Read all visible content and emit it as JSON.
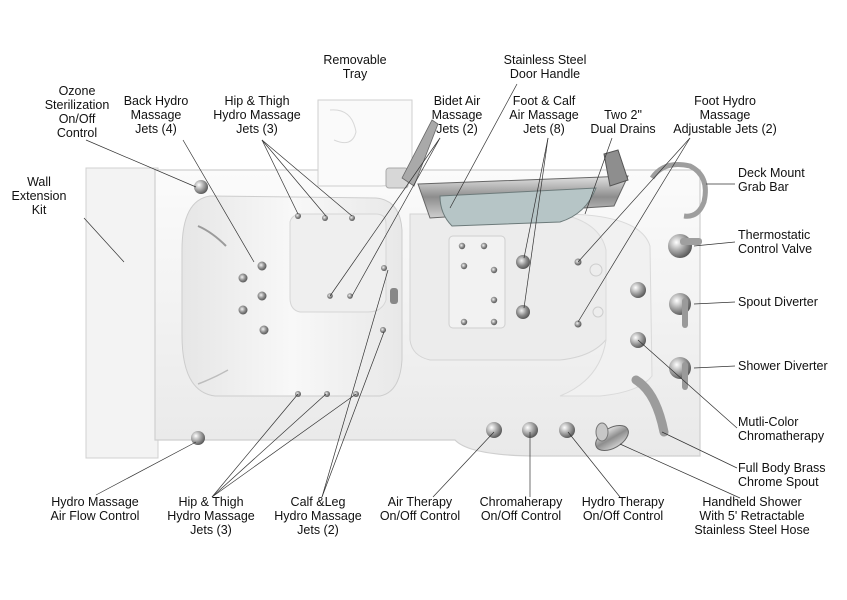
{
  "labels": {
    "wall_extension_kit": "Wall\nExtension\nKit",
    "ozone_sterilization": "Ozone\nSterilization\nOn/Off\nControl",
    "back_hydro_massage": "Back Hydro\nMassage\nJets (4)",
    "hip_thigh_top": "Hip & Thigh\nHydro Massage\nJets (3)",
    "removable_tray": "Removable\nTray",
    "bidet_air_massage": "Bidet Air\nMassage\nJets (2)",
    "stainless_door_handle": "Stainless Steel\nDoor Handle",
    "foot_calf_air": "Foot & Calf\nAir Massage\nJets (8)",
    "dual_drains": "Two 2\"\nDual Drains",
    "foot_hydro_adjustable": "Foot Hydro\nMassage\nAdjustable Jets (2)",
    "deck_mount_grab_bar": "Deck Mount\nGrab Bar",
    "thermostatic_valve": "Thermostatic\nControl Valve",
    "spout_diverter": "Spout Diverter",
    "shower_diverter": "Shower Diverter",
    "chromatherapy": "Mutli-Color\nChromatherapy",
    "brass_spout": "Full Body Brass\nChrome Spout",
    "handheld_shower": "Handheld Shower\nWith 5' Retractable\nStainless Steel Hose",
    "hydro_therapy_control": "Hydro Therapy\nOn/Off Control",
    "chroma_control": "Chromaherapy\nOn/Off Control",
    "air_therapy_control": "Air Therapy\nOn/Off Control",
    "calf_leg_hydro": "Calf &Leg\nHydro Massage\nJets (2)",
    "hip_thigh_bottom": "Hip & Thigh\nHydro Massage\nJets (3)",
    "air_flow_control": "Hydro Massage\nAir Flow Control"
  },
  "colors": {
    "leader_line": "#333333",
    "tub_shell": "#f4f4f4",
    "chrome": "#9a9a9a"
  }
}
